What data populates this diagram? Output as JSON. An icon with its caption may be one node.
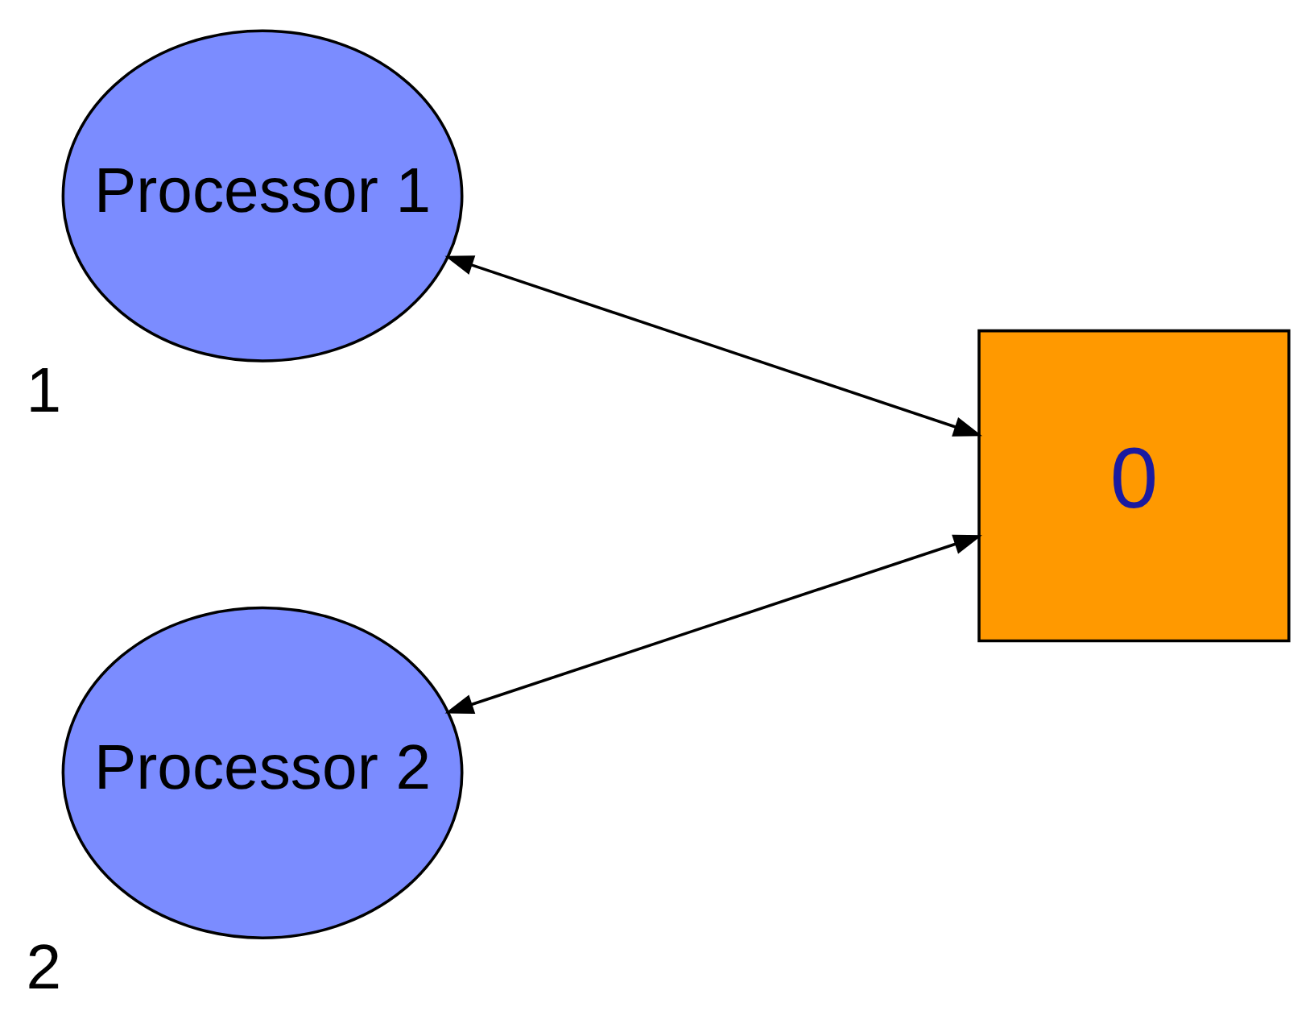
{
  "diagram": {
    "nodes": [
      {
        "text": [
          "Processor 1"
        ],
        "beside": [
          "1"
        ]
      },
      {
        "text": [
          "Processor 2"
        ],
        "beside": [
          "2"
        ]
      },
      {
        "text": [
          "0"
        ]
      }
    ],
    "edges": [
      {
        "from": 0,
        "to": 2,
        "arrow": "both"
      },
      {
        "from": 1,
        "to": 2,
        "arrow": "both"
      }
    ]
  }
}
